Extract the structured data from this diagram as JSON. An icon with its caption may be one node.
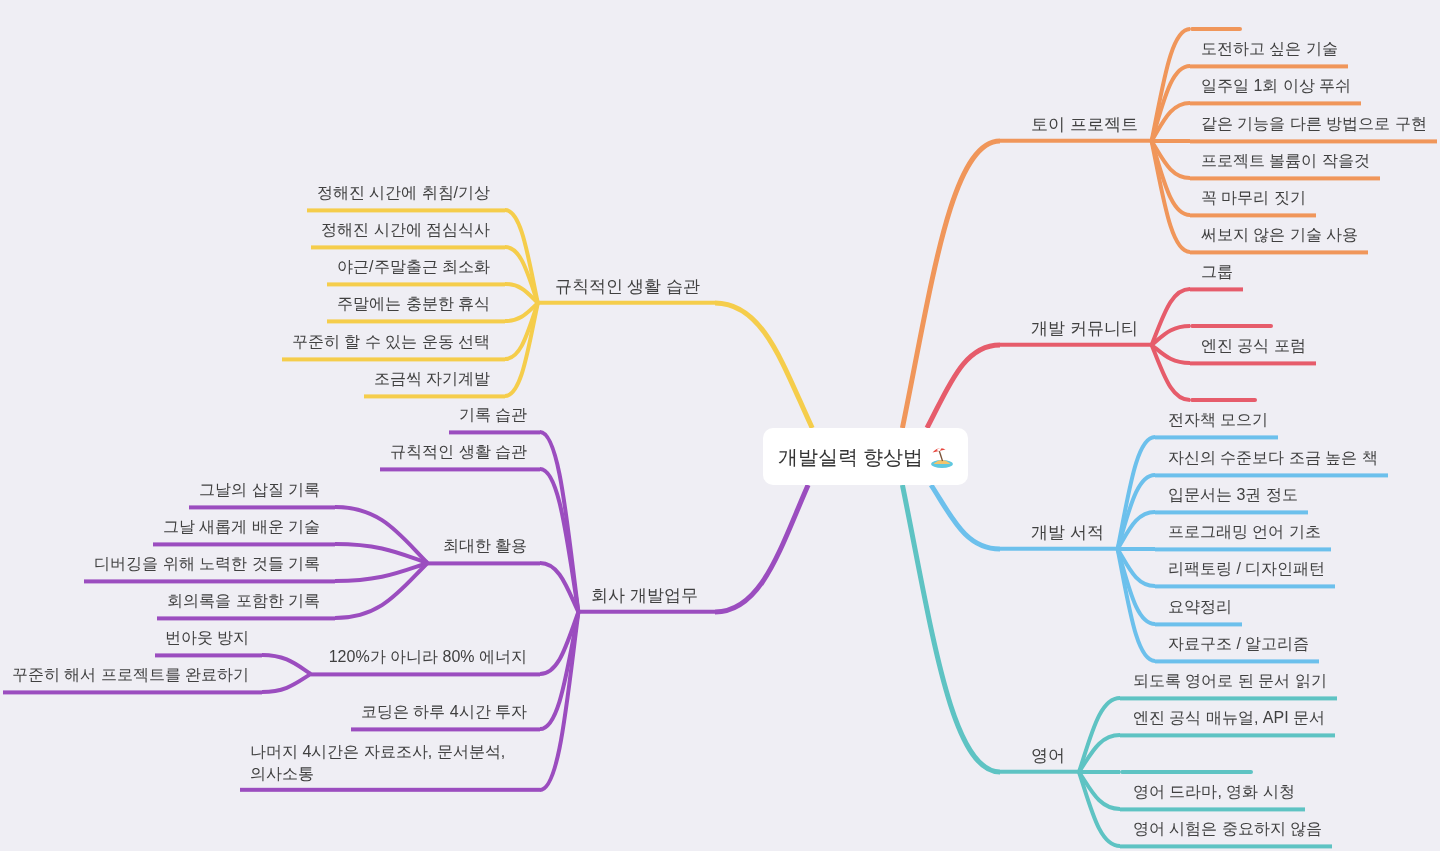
{
  "diagram": {
    "nodes": [
      {
        "text": [
          "개발실력 향상법"
        ]
      },
      {
        "text": [
          "토이 프로젝트"
        ]
      },
      {
        "text": [],
        "shape": "bar"
      },
      {
        "text": [
          "도전하고 싶은 기술"
        ]
      },
      {
        "text": [
          "일주일 1회 이상 푸쉬"
        ]
      },
      {
        "text": [
          "같은 기능을 다른 방법으로 구현"
        ]
      },
      {
        "text": [
          "프로젝트 볼륨이 작을것"
        ]
      },
      {
        "text": [
          "꼭 마무리 짓기"
        ]
      },
      {
        "text": [
          "써보지 않은 기술 사용"
        ]
      },
      {
        "text": [
          "개발 커뮤니티"
        ]
      },
      {
        "text": [
          "그룹"
        ]
      },
      {
        "text": [],
        "shape": "bar"
      },
      {
        "text": [
          "엔진 공식 포럼"
        ]
      },
      {
        "text": [],
        "shape": "bar"
      },
      {
        "text": [
          "개발 서적"
        ]
      },
      {
        "text": [
          "전자책 모으기"
        ]
      },
      {
        "text": [
          "자신의 수준보다 조금 높은 책"
        ]
      },
      {
        "text": [
          "입문서는 3권 정도"
        ]
      },
      {
        "text": [
          "프로그래밍 언어 기초"
        ]
      },
      {
        "text": [
          "리팩토링 / 디자인패턴"
        ]
      },
      {
        "text": [
          "요약정리"
        ]
      },
      {
        "text": [
          "자료구조 / 알고리즘"
        ]
      },
      {
        "text": [
          "영어"
        ]
      },
      {
        "text": [
          "되도록 영어로 된 문서 읽기"
        ]
      },
      {
        "text": [
          "엔진 공식 매뉴얼, API 문서"
        ]
      },
      {
        "text": [],
        "shape": "bar"
      },
      {
        "text": [
          "영어 드라마, 영화 시청"
        ]
      },
      {
        "text": [
          "영어 시험은 중요하지 않음"
        ]
      },
      {
        "text": [
          "규칙적인 생활 습관"
        ]
      },
      {
        "text": [
          "정해진 시간에 취침/기상"
        ]
      },
      {
        "text": [
          "정해진 시간에 점심식사"
        ]
      },
      {
        "text": [
          "야근/주말출근 최소화"
        ]
      },
      {
        "text": [
          "주말에는 충분한 휴식"
        ]
      },
      {
        "text": [
          "꾸준히 할 수 있는 운동 선택"
        ]
      },
      {
        "text": [
          "조금씩 자기계발"
        ]
      },
      {
        "text": [
          "회사 개발업무"
        ]
      },
      {
        "text": [
          "기록 습관"
        ]
      },
      {
        "text": [
          "규칙적인 생활 습관"
        ]
      },
      {
        "text": [
          "최대한 활용"
        ]
      },
      {
        "text": [
          "그날의 삽질 기록"
        ]
      },
      {
        "text": [
          "그날 새롭게 배운 기술"
        ]
      },
      {
        "text": [
          "디버깅을 위해 노력한 것들 기록"
        ]
      },
      {
        "text": [
          "회의록을 포함한 기록"
        ]
      },
      {
        "text": [
          "120%가 아니라 80% 에너지"
        ]
      },
      {
        "text": [
          "번아웃 방지"
        ]
      },
      {
        "text": [
          "꾸준히 해서 프로젝트를 완료하기"
        ]
      },
      {
        "text": [
          "코딩은 하루 4시간 투자"
        ]
      },
      {
        "text": [
          "나머지 4시간은 자료조사, 문서분석, 의사소통"
        ]
      }
    ],
    "edges": [
      {
        "from": 0,
        "to": 1,
        "arrow": "none",
        "color": "#f0965a"
      },
      {
        "from": 1,
        "to": 2,
        "arrow": "none",
        "color": "#f0965a"
      },
      {
        "from": 1,
        "to": 3,
        "arrow": "none",
        "color": "#f0965a"
      },
      {
        "from": 1,
        "to": 4,
        "arrow": "none",
        "color": "#f0965a"
      },
      {
        "from": 1,
        "to": 5,
        "arrow": "none",
        "color": "#f0965a"
      },
      {
        "from": 1,
        "to": 6,
        "arrow": "none",
        "color": "#f0965a"
      },
      {
        "from": 1,
        "to": 7,
        "arrow": "none",
        "color": "#f0965a"
      },
      {
        "from": 1,
        "to": 8,
        "arrow": "none",
        "color": "#f0965a"
      },
      {
        "from": 0,
        "to": 9,
        "arrow": "none",
        "color": "#e65c6b"
      },
      {
        "from": 9,
        "to": 10,
        "arrow": "none",
        "color": "#e65c6b"
      },
      {
        "from": 9,
        "to": 11,
        "arrow": "none",
        "color": "#e65c6b"
      },
      {
        "from": 9,
        "to": 12,
        "arrow": "none",
        "color": "#e65c6b"
      },
      {
        "from": 9,
        "to": 13,
        "arrow": "none",
        "color": "#e65c6b"
      },
      {
        "from": 0,
        "to": 14,
        "arrow": "none",
        "color": "#6cc0ec"
      },
      {
        "from": 14,
        "to": 15,
        "arrow": "none",
        "color": "#6cc0ec"
      },
      {
        "from": 14,
        "to": 16,
        "arrow": "none",
        "color": "#6cc0ec"
      },
      {
        "from": 14,
        "to": 17,
        "arrow": "none",
        "color": "#6cc0ec"
      },
      {
        "from": 14,
        "to": 18,
        "arrow": "none",
        "color": "#6cc0ec"
      },
      {
        "from": 14,
        "to": 19,
        "arrow": "none",
        "color": "#6cc0ec"
      },
      {
        "from": 14,
        "to": 20,
        "arrow": "none",
        "color": "#6cc0ec"
      },
      {
        "from": 14,
        "to": 21,
        "arrow": "none",
        "color": "#6cc0ec"
      },
      {
        "from": 0,
        "to": 22,
        "arrow": "none",
        "color": "#5ec3c3"
      },
      {
        "from": 22,
        "to": 23,
        "arrow": "none",
        "color": "#5ec3c3"
      },
      {
        "from": 22,
        "to": 24,
        "arrow": "none",
        "color": "#5ec3c3"
      },
      {
        "from": 22,
        "to": 25,
        "arrow": "none",
        "color": "#5ec3c3"
      },
      {
        "from": 22,
        "to": 26,
        "arrow": "none",
        "color": "#5ec3c3"
      },
      {
        "from": 22,
        "to": 27,
        "arrow": "none",
        "color": "#5ec3c3"
      },
      {
        "from": 0,
        "to": 28,
        "arrow": "none",
        "color": "#f5cd4b"
      },
      {
        "from": 28,
        "to": 29,
        "arrow": "none",
        "color": "#f5cd4b"
      },
      {
        "from": 28,
        "to": 30,
        "arrow": "none",
        "color": "#f5cd4b"
      },
      {
        "from": 28,
        "to": 31,
        "arrow": "none",
        "color": "#f5cd4b"
      },
      {
        "from": 28,
        "to": 32,
        "arrow": "none",
        "color": "#f5cd4b"
      },
      {
        "from": 28,
        "to": 33,
        "arrow": "none",
        "color": "#f5cd4b"
      },
      {
        "from": 28,
        "to": 34,
        "arrow": "none",
        "color": "#f5cd4b"
      },
      {
        "from": 0,
        "to": 35,
        "arrow": "none"
      },
      {
        "from": 35,
        "to": 36,
        "arrow": "none"
      },
      {
        "from": 35,
        "to": 37,
        "arrow": "none"
      },
      {
        "from": 35,
        "to": 38,
        "arrow": "none"
      },
      {
        "from": 38,
        "to": 39,
        "arrow": "none"
      },
      {
        "from": 38,
        "to": 40,
        "arrow": "none"
      },
      {
        "from": 38,
        "to": 41,
        "arrow": "none"
      },
      {
        "from": 38,
        "to": 42,
        "arrow": "none"
      },
      {
        "from": 35,
        "to": 43,
        "arrow": "none"
      },
      {
        "from": 43,
        "to": 44,
        "arrow": "none"
      },
      {
        "from": 43,
        "to": 45,
        "arrow": "none"
      },
      {
        "from": 35,
        "to": 46,
        "arrow": "none"
      },
      {
        "from": 35,
        "to": 47,
        "arrow": "none"
      }
    ]
  }
}
